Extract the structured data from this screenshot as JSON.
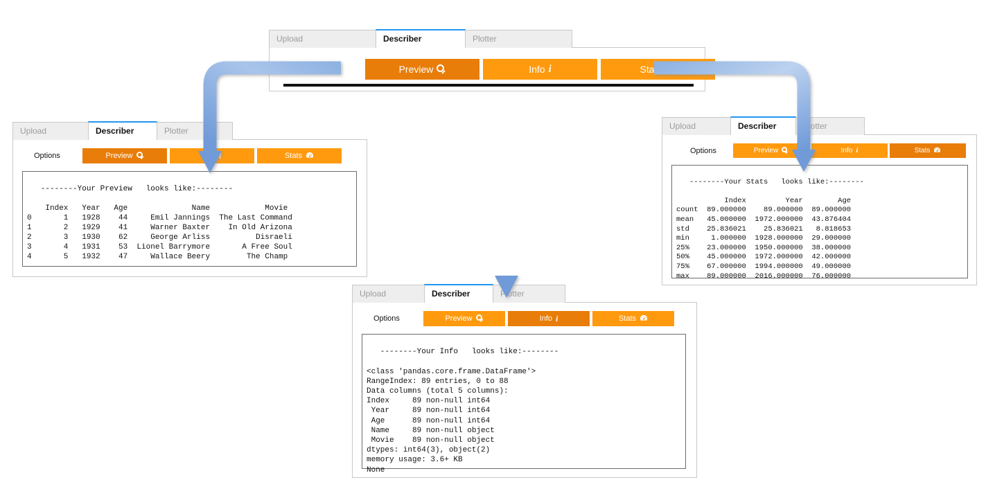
{
  "tabs": [
    "Upload",
    "Describer",
    "Plotter"
  ],
  "active_tab": "Describer",
  "options_label": "Options",
  "buttons": [
    {
      "label": "Preview",
      "icon": "search-icon"
    },
    {
      "label": "Info",
      "icon": "info-icon"
    },
    {
      "label": "Stats",
      "icon": "gauge-icon"
    }
  ],
  "colors": {
    "orange": "#ff9a0e",
    "orange_active": "#e87d09",
    "tab_accent": "#2196f3",
    "arrow_start": "#5b8fd0",
    "arrow_end": "#bcd2ef"
  },
  "panels": {
    "top": {
      "active_button": "Preview",
      "output": ""
    },
    "preview": {
      "active_button": "Preview",
      "output": "\n   --------Your Preview   looks like:--------\n\n    Index   Year   Age              Name            Movie\n0       1   1928    44     Emil Jannings  The Last Command\n1       2   1929    41     Warner Baxter    In Old Arizona\n2       3   1930    62     George Arliss          Disraeli\n3       4   1931    53  Lionel Barrymore       A Free Soul\n4       5   1932    47     Wallace Beery        The Champ\n"
    },
    "stats": {
      "active_button": "Stats",
      "output": "\n   --------Your Stats   looks like:--------\n\n           Index         Year        Age\ncount  89.000000    89.000000  89.000000\nmean   45.000000  1972.000000  43.876404\nstd    25.836021    25.836021   8.818653\nmin     1.000000  1928.000000  29.000000\n25%    23.000000  1950.000000  38.000000\n50%    45.000000  1972.000000  42.000000\n75%    67.000000  1994.000000  49.000000\nmax    89.000000  2016.000000  76.000000\n"
    },
    "info": {
      "active_button": "Info",
      "output": "\n   --------Your Info   looks like:--------\n\n<class 'pandas.core.frame.DataFrame'>\nRangeIndex: 89 entries, 0 to 88\nData columns (total 5 columns):\nIndex     89 non-null int64\n Year     89 non-null int64\n Age      89 non-null int64\n Name     89 non-null object\n Movie    89 non-null object\ndtypes: int64(3), object(2)\nmemory usage: 3.6+ KB\nNone"
    }
  }
}
